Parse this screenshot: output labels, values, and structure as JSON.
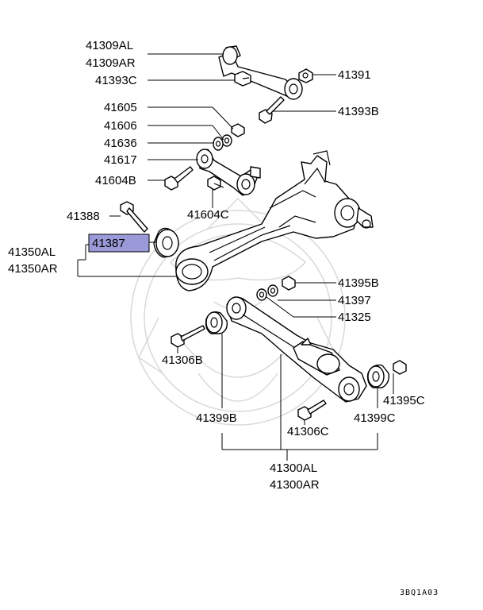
{
  "diagram": {
    "callouts": {
      "c41309al": "41309AL",
      "c41309ar": "41309AR",
      "c41393c": "41393C",
      "c41391": "41391",
      "c41393b": "41393B",
      "c41605": "41605",
      "c41606": "41606",
      "c41636": "41636",
      "c41617": "41617",
      "c41604b": "41604B",
      "c41604c": "41604C",
      "c41388": "41388",
      "c41387": "41387",
      "c41350al": "41350AL",
      "c41350ar": "41350AR",
      "c41395b": "41395B",
      "c41397": "41397",
      "c41325": "41325",
      "c41306b": "41306B",
      "c41395c": "41395C",
      "c41399b": "41399B",
      "c41306c": "41306C",
      "c41399c": "41399C",
      "c41300al": "41300AL",
      "c41300ar": "41300AR"
    },
    "highlighted_part": "41387",
    "highlight_color": "#9a9ad8",
    "drawing_code": "3BQ1A03"
  }
}
